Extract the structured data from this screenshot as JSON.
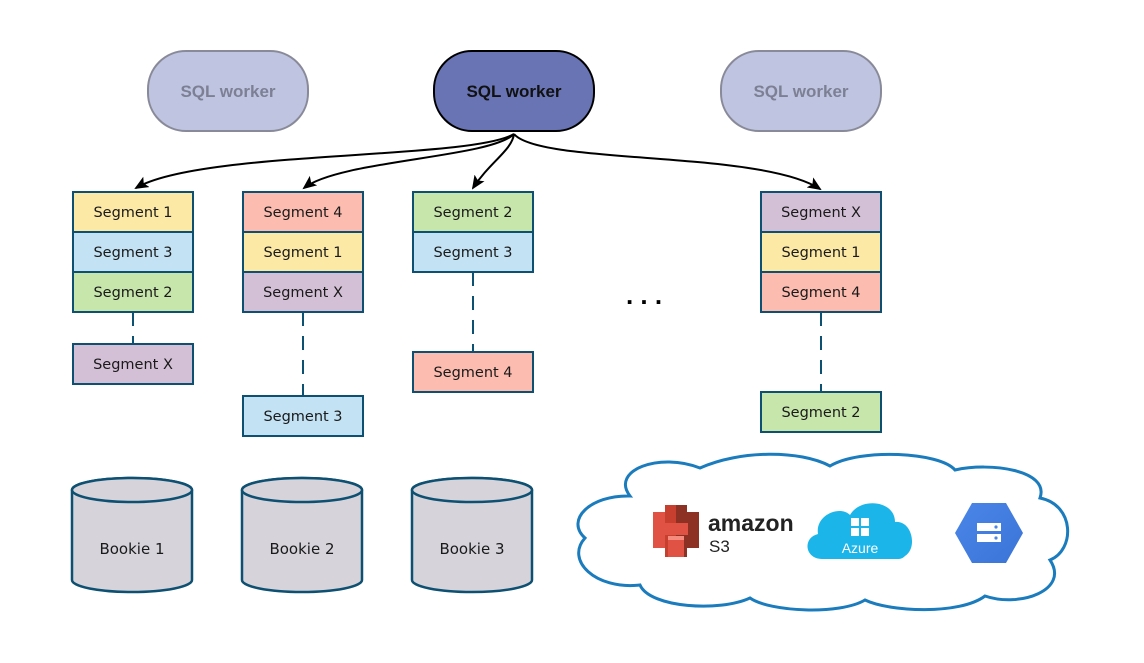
{
  "colors": {
    "worker_active_fill": "#6874b4",
    "worker_active_text": "#111111",
    "worker_inactive_fill": "#bfc4e0",
    "worker_inactive_text": "#7d8094",
    "worker_inactive_stroke": "#888a99",
    "box_stroke": "#0d5072",
    "connector": "#0d5072",
    "arrow": "#000000",
    "bookie_fill": "#d6d3da",
    "cloud_stroke": "#1a7bbd",
    "segments": {
      "Segment 1": "#fde9a6",
      "Segment 2": "#c7e6ac",
      "Segment 3": "#c3e2f4",
      "Segment 4": "#fcbcb0",
      "Segment X": "#d3bfd6"
    }
  },
  "workers": [
    {
      "label": "SQL worker",
      "state": "inactive"
    },
    {
      "label": "SQL worker",
      "state": "active"
    },
    {
      "label": "SQL worker",
      "state": "inactive"
    }
  ],
  "segment_groups": [
    {
      "stack": [
        "Segment 1",
        "Segment 3",
        "Segment 2"
      ],
      "detached": "Segment X"
    },
    {
      "stack": [
        "Segment 4",
        "Segment 1",
        "Segment X"
      ],
      "detached": "Segment 3"
    },
    {
      "stack": [
        "Segment 2",
        "Segment 3"
      ],
      "detached": "Segment 4"
    },
    {
      "stack": [
        "Segment X",
        "Segment 1",
        "Segment 4"
      ],
      "detached": "Segment 2"
    }
  ],
  "ellipsis": ". . .",
  "bookies": [
    "Bookie 1",
    "Bookie 2",
    "Bookie 3"
  ],
  "cloud_storage": {
    "providers": [
      {
        "name": "amazon",
        "sub": "S3",
        "icon": "amazon-s3-icon"
      },
      {
        "name": "Azure",
        "icon": "azure-cloud-icon"
      },
      {
        "name": "",
        "icon": "google-cloud-storage-icon"
      }
    ]
  }
}
